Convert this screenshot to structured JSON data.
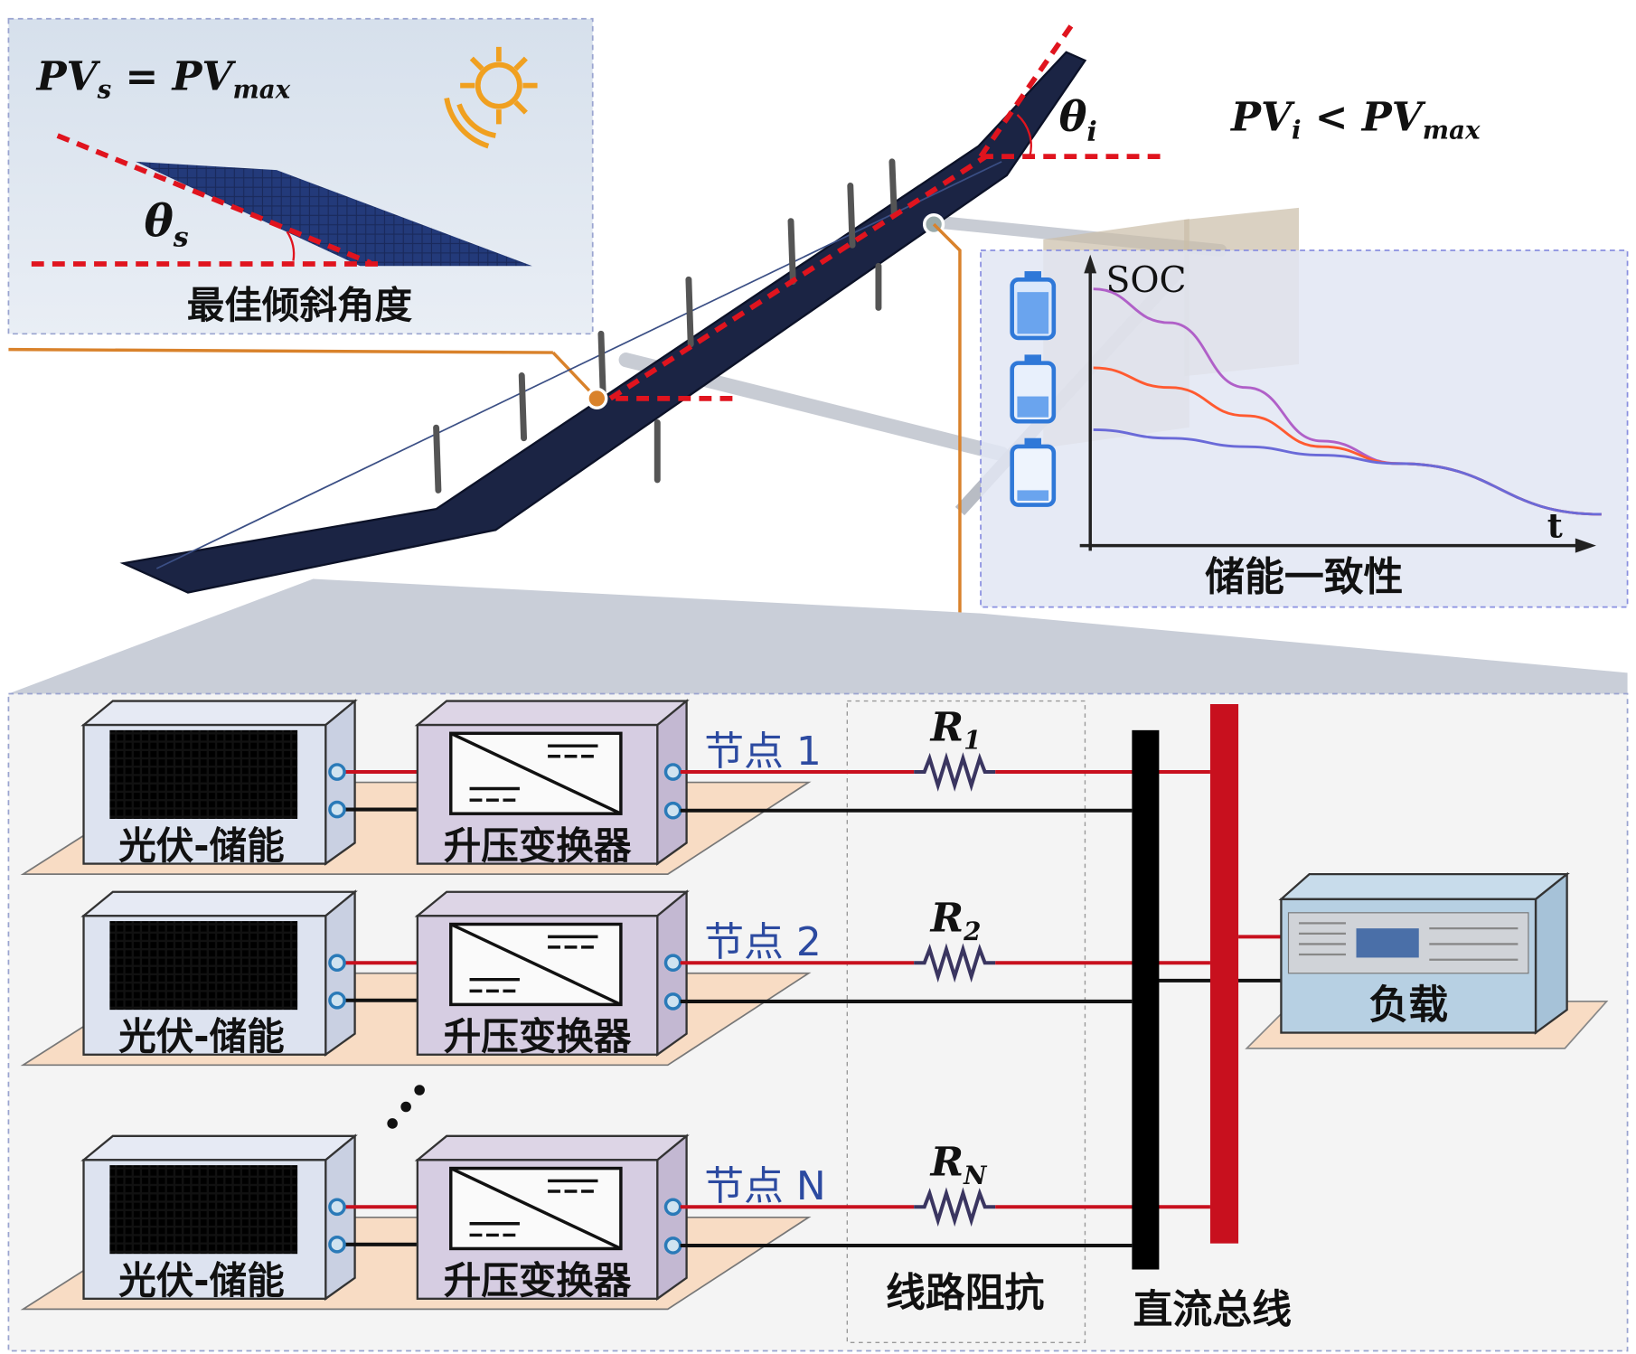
{
  "top_left_panel": {
    "formula": {
      "a": "PV",
      "a_sub": "s",
      "eq": " = ",
      "b": "PV",
      "b_sub": "max"
    },
    "angle": {
      "sym": "θ",
      "sub": "s"
    },
    "caption": "最佳倾斜角度"
  },
  "wing_tip": {
    "angle": {
      "sym": "θ",
      "sub": "i"
    },
    "formula": {
      "a": "PV",
      "a_sub": "i",
      "op": " < ",
      "b": "PV",
      "b_sub": "max"
    }
  },
  "soc_panel": {
    "y_label": "SOC",
    "x_label": "t",
    "caption": "储能一致性"
  },
  "chart_data": {
    "type": "line",
    "title": "储能一致性",
    "xlabel": "t",
    "ylabel": "SOC",
    "series": [
      {
        "name": "purple",
        "color": "#b060c8",
        "x": [
          0,
          0.15,
          0.3,
          0.45,
          0.6,
          1.0
        ],
        "y": [
          0.9,
          0.78,
          0.55,
          0.36,
          0.28,
          0.1
        ]
      },
      {
        "name": "orange",
        "color": "#ff5a30",
        "x": [
          0,
          0.15,
          0.3,
          0.45,
          0.6,
          1.0
        ],
        "y": [
          0.62,
          0.55,
          0.45,
          0.34,
          0.28,
          0.1
        ]
      },
      {
        "name": "blue",
        "color": "#6a6ad8",
        "x": [
          0,
          0.15,
          0.3,
          0.45,
          0.6,
          1.0
        ],
        "y": [
          0.4,
          0.37,
          0.34,
          0.31,
          0.28,
          0.1
        ]
      }
    ]
  },
  "circuit": {
    "rows": [
      {
        "pv_label": "光伏-储能",
        "converter_label": "升压变换器",
        "node_label": "节点 1",
        "r_sym": "R",
        "r_sub": "1"
      },
      {
        "pv_label": "光伏-储能",
        "converter_label": "升压变换器",
        "node_label": "节点 2",
        "r_sym": "R",
        "r_sub": "2"
      },
      {
        "pv_label": "光伏-储能",
        "converter_label": "升压变换器",
        "node_label": "节点 N",
        "r_sym": "R",
        "r_sub": "N"
      }
    ],
    "line_impedance_label": "线路阻抗",
    "dc_bus_label": "直流总线",
    "load_label": "负载"
  },
  "colors": {
    "red": "#c8101e",
    "orange_line": "#d9822b",
    "wing": "#1b2444",
    "node_text": "#2c4aa0"
  }
}
